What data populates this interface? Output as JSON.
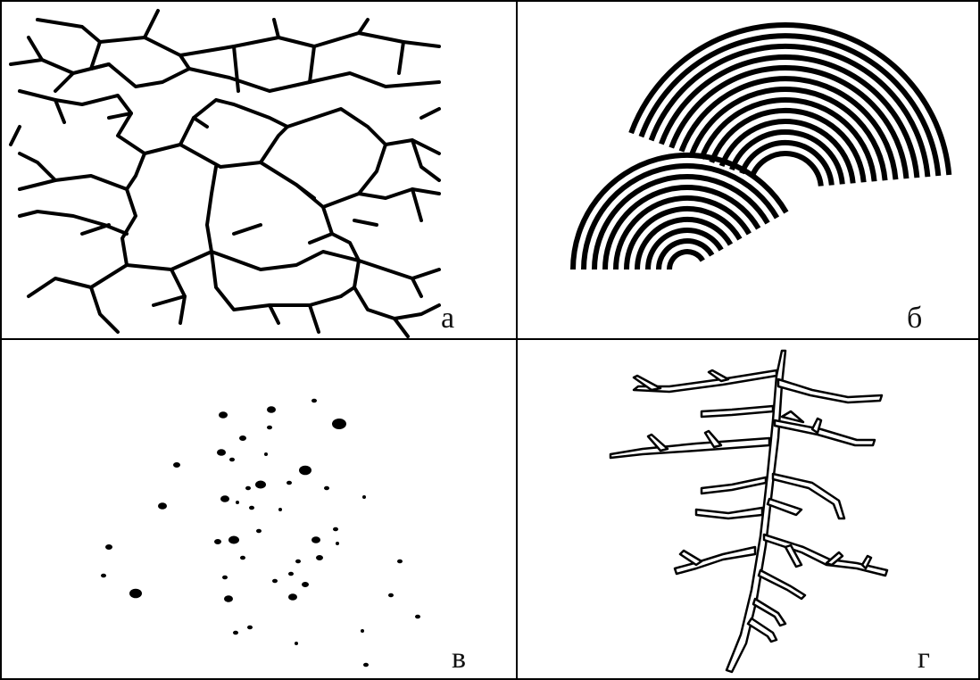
{
  "panels": [
    {
      "id": "a",
      "label": "а",
      "pattern": "cracked-polygon-network"
    },
    {
      "id": "b",
      "label": "б",
      "pattern": "concentric-arc-stripes"
    },
    {
      "id": "c",
      "label": "в",
      "pattern": "scattered-dots"
    },
    {
      "id": "d",
      "label": "г",
      "pattern": "branching-fern"
    }
  ],
  "colors": {
    "stroke": "#000000",
    "background": "#ffffff",
    "border": "#000000"
  }
}
